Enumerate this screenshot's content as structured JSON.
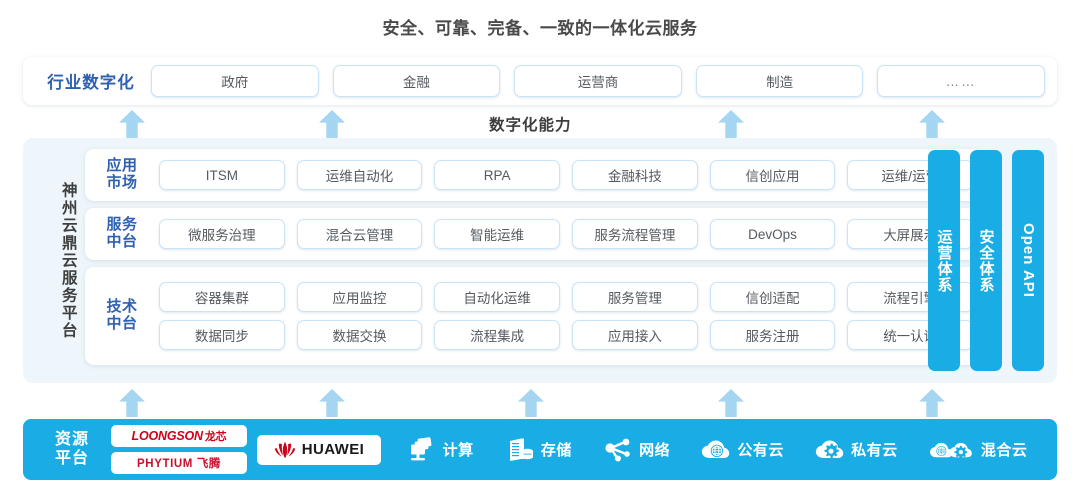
{
  "title": "安全、可靠、完备、一致的一体化云服务",
  "colors": {
    "accent_blue": "#1aace4",
    "label_blue": "#2f61b0",
    "arrow_blue": "#a4d6f1",
    "panel_bg": "#eef6fb",
    "pill_border": "#cbe3f6"
  },
  "industry": {
    "label": "行业数字化",
    "items": [
      "政府",
      "金融",
      "运营商",
      "制造",
      "……"
    ]
  },
  "capability_caption": "数字化能力",
  "platform": {
    "label": "神州云鼎云服务平台",
    "layers": [
      {
        "label": "应用\n市场",
        "label_line1": "应用",
        "label_line2": "市场",
        "rows": [
          [
            "ITSM",
            "运维自动化",
            "RPA",
            "金融科技",
            "信创应用",
            "运维/运营"
          ]
        ]
      },
      {
        "label_line1": "服务",
        "label_line2": "中台",
        "rows": [
          [
            "微服务治理",
            "混合云管理",
            "智能运维",
            "服务流程管理",
            "DevOps",
            "大屏展示"
          ]
        ]
      },
      {
        "label_line1": "技术",
        "label_line2": "中台",
        "rows": [
          [
            "容器集群",
            "应用监控",
            "自动化运维",
            "服务管理",
            "信创适配",
            "流程引擎"
          ],
          [
            "数据同步",
            "数据交换",
            "流程集成",
            "应用接入",
            "服务注册",
            "统一认证"
          ]
        ]
      }
    ],
    "vertical_tabs": [
      {
        "text": "运营体系",
        "type": "cn"
      },
      {
        "text": "安全体系",
        "type": "cn"
      },
      {
        "text": "Open API",
        "type": "en"
      }
    ]
  },
  "resource": {
    "label_line1": "资源",
    "label_line2": "平台",
    "logos": [
      {
        "name": "loongson",
        "main": "LOONGSON",
        "cn": "龙芯"
      },
      {
        "name": "phytium",
        "main": "PHYTIUM 飞腾"
      },
      {
        "name": "huawei",
        "main": "HUAWEI"
      }
    ],
    "items": [
      {
        "label": "计算",
        "icon": "compute-icon"
      },
      {
        "label": "存储",
        "icon": "storage-icon"
      },
      {
        "label": "网络",
        "icon": "network-icon"
      },
      {
        "label": "公有云",
        "icon": "public-cloud-icon"
      },
      {
        "label": "私有云",
        "icon": "private-cloud-icon"
      },
      {
        "label": "混合云",
        "icon": "hybrid-cloud-icon"
      }
    ]
  },
  "arrows": {
    "top_row_x": [
      132,
      332,
      731,
      932
    ],
    "bottom_row_x": [
      132,
      332,
      531,
      731,
      932
    ]
  }
}
